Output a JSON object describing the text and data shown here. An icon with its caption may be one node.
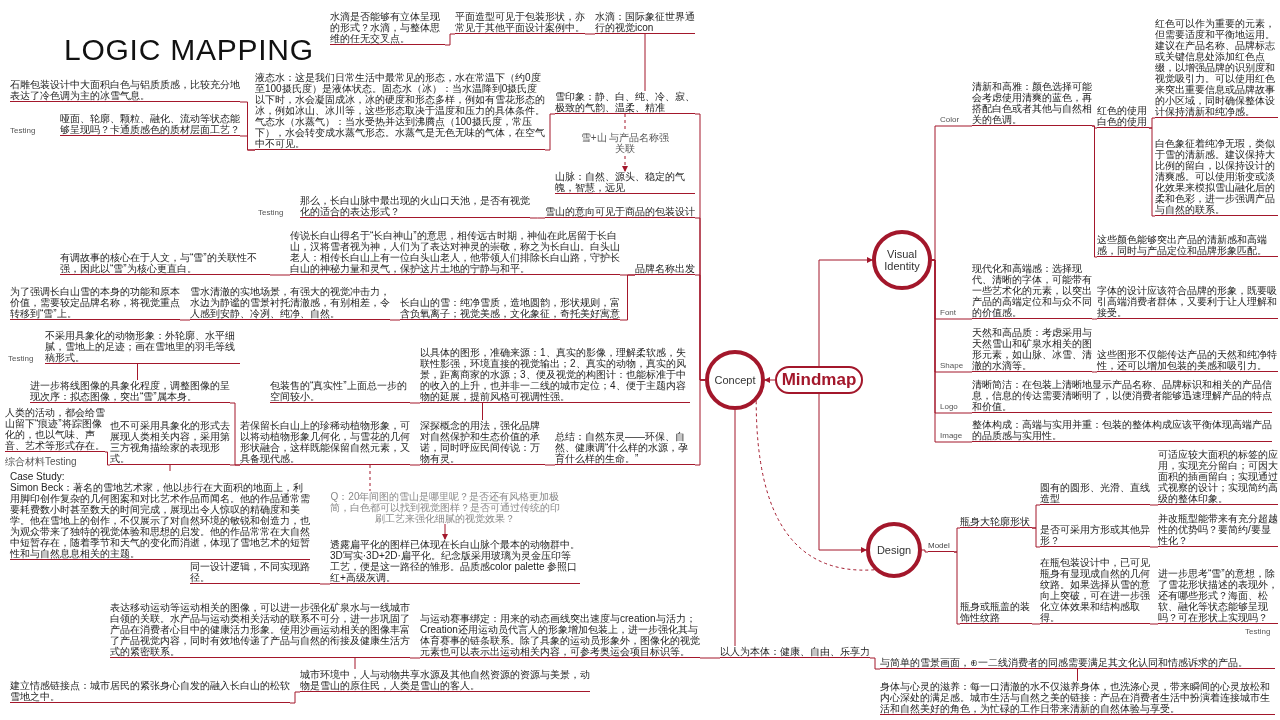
{
  "diagram": {
    "title": "LOGIC MAPPING",
    "nodes": [
      {
        "text": [
          "Mindmap"
        ]
      },
      {
        "text": [
          "Concept"
        ]
      },
      {
        "text": [
          "Visual Identity"
        ]
      },
      {
        "text": [
          "Design"
        ]
      },
      {
        "text": [
          "雪印象：静、白、纯、冷、寂、极致的气韵、温柔、精准"
        ]
      },
      {
        "text": [
          "水滴：国际象征世界通行的视觉icon"
        ]
      },
      {
        "text": [
          "平面造型可见于包装形状，亦常见于其他平面设计案例中。"
        ]
      },
      {
        "text": [
          "水滴是否能够有立体呈现的形式？水滴，与整体思维的任无交叉点。"
        ]
      },
      {
        "text": [
          "液态水：这是我们日常生活中最常见的形态，水在常温下（约0度至100摄氏度）是液体状态。固态水（冰）：当水温降到0摄氏度以下时，水会凝固成冰，冰的硬度和形态多样，例如有雪花形态的冰，例如冰山、冰川等，这些形态取决于温度和压力的具体条件。气态水（水蒸气）：当水受热并达到沸腾点（100摄氏度，常压下），水会转变成水蒸气形态。水蒸气是无色无味的气体，在空气中不可见。"
        ]
      },
      {
        "text": [
          "石雕包装设计中大面积白色与铝质质感，比较充分地表达了冷色调为主的冰雪气息。"
        ]
      },
      {
        "text": [
          "哑面、轮廓、颗粒、融化、流动等状态能够呈现吗？卡通质感色的质材层面工艺？"
        ],
        "beside": [
          "Testing"
        ]
      },
      {
        "text": [
          "山脉：自然、源头、稳定的气魄，智慧，远见"
        ]
      },
      {
        "text": [
          "雪山的意向可见于商品的包装设计"
        ]
      },
      {
        "text": [
          "那么，长白山脉中最出现的火山口天池，是否有视觉化的适合的表达形式？"
        ],
        "beside": [
          "Testing"
        ]
      },
      {
        "text": [
          "品牌名称出发"
        ]
      },
      {
        "text": [
          "传说长白山得名于“长白神山”的意思，相传远古时期，神仙在此居留于长白山，汉将雪者视为神，人们为了表达对神灵的崇敬，称之为长白山。白头山老人：相传长白山上有一位白头山老人，他带领人们排除长白山路，守护长白山的神秘力量和灵气，保护这片土地的宁静与和平。"
        ]
      },
      {
        "text": [
          "有调故事的核心在于人文，与“雪”的关联性不强，因此以“雪”为核心更直白。"
        ]
      },
      {
        "text": [
          "长白山的雪：纯净雪质，造地圆韵，形状规则，富含负氧离子；视觉美感，文化象征，奇托美好寓意"
        ]
      },
      {
        "text": [
          "雪水清澈的实地场景，有强大的视觉冲击力，水边为静谧的雪景衬托清澈感，有别相差，令人感到安静、冷冽、纯净、自然。"
        ]
      },
      {
        "text": [
          "为了强调长白山雪的本身的功能和原本价值，需要较定品牌名称，将视觉重点转移到“雪”上。"
        ]
      },
      {
        "text": [
          "总结：自然东灵——环保、自然、健康调“什么样的水源，孕育什么样的生命。”"
        ]
      },
      {
        "text": [
          "深探概念的用法，强化品牌对自然保护和生态价值的承诺，同时呼应民间传说：万物有灵。"
        ]
      },
      {
        "text": [
          "以具体的图形，准确来源：1、真实的影像，理解柔软感，失联性影强，环境直接的视觉输出；2、真实的动物，真实的风景，距离商家的水源；3、便及视觉的构图计：也能标准于中的收入的上升，也并非一二线的城市定位；4、便于主题内容物的延展，提前风格可视调性强。"
        ]
      },
      {
        "text": [
          "包装售的“真实性”上面总一步的空间较小。"
        ]
      },
      {
        "text": [
          "若保留长白山上的珍稀动植物形象，可以将动植物形象几何化，与雪花的几何形状融合，这样既能保留自然元素，又具备现代感。"
        ]
      },
      {
        "text": [
          "进一步将线图像的具象化程度，调整图像的呈现次序：拟态图像，突出“雪”属本身。"
        ]
      },
      {
        "text": [
          "不采用具象化的动物形象：外轮廓、水平细腻，雪地上的足迹；画在雪地里的羽毛等线稿形式。"
        ],
        "beside": [
          "Testing"
        ]
      },
      {
        "text": [
          "也不可采用具象化的形式去展现人类相关内容，采用第三方视角描绘家的表现形式。"
        ]
      },
      {
        "text": [
          "人类的活动，都会给雪山留下“痕迹”将踪图像化的，也以气味、声音、艺术等形式存在。"
        ],
        "beside": [
          "综合材料Testing"
        ]
      },
      {
        "text": [
          "Case Study:",
          "Simon Beck：著名的雪地艺术家，他以步行在大面积的地面上，利用脚印创作复杂的几何图案和对比艺术作品而闻名。他的作品通常需要耗费数小时甚至数天的时间完成，展现出令人惊叹的精确度和美学。他在雪地上的创作，不仅展示了对自然环境的敏锐和创造力，也为观众带来了独特的视觉体验和思想的启发。他的作品常常在大自然中短暂存在，随着季节和天气的变化而消逝，体现了雪地艺术的短暂性和与自然息息相关的主题。"
        ]
      },
      {
        "text": [
          "Q：20年间图的雪山是哪里呢？是否还有风格更加极简，白色都可以找到视觉图样？是否可通过传统的印刷工艺来强化细腻的视觉效果？"
        ]
      },
      {
        "text": [
          "透露扁平化的图样已体现在长白山脉个最本的动物群中。3D写实·3D+2D·扁平化。纪念版采用玻璃为灵金压印等工艺，便是这一路径的雏形。品质感color palette 参照口红+高级灰调。"
        ]
      },
      {
        "text": [
          "同一设计逻辑，不同实现路径。"
        ]
      },
      {
        "text": [
          "以人为本体：健康、自由、乐享力"
        ]
      },
      {
        "text": [
          "与运动赛事绑定：用来的动态画线突出速度与creation与活力；Creation还用运动员代言人的形象增加包装上，进一步强化其与体育赛事的链条联系。除了具象的运动员形象外，图像化的视觉元素也可以表示出运动相关内容，可参考奥运会项目标识等。"
        ]
      },
      {
        "text": [
          "表达移动运动等运动相关的图像，可以进一步强化矿泉水与一线城市白领的关联。水产品与运动类相关活动的联系不可分，进一步巩固了产品在消费者心目中的健康活力形象。使用沙画运动相关的图像丰富了产品视觉内容，同时有效地传递了产品与自然的衔接及健康生活方式的紧密联系。"
        ]
      },
      {
        "text": [
          "城市环境中，人与动物共享水源及其他自然资源的资源与美景，动物是雪山的原住民，人类是雪山的客人。"
        ]
      },
      {
        "text": [
          "建立情感链接点：城市居民的紧张身心自发的融入长白山的松软雪地之中。"
        ]
      },
      {
        "text": [
          "与简单的雪景画面，⊕一二线消费者的同感需要满足其文化认同和情感诉求的产品。"
        ]
      },
      {
        "text": [
          "身体与心灵的滋养：每一口清澈的水不仅滋养身体，也洗涤心灵，带来瞬间的心灵放松和内心深处的满足感。城市生活与自然之美的链接：产品在消费者生活中扮演着连接城市生活和自然美好的角色，为忙碌的工作日带来清新的自然体验与享受。"
        ]
      },
      {
        "text": [
          "清新和高雅：颜色选择可能会考虑使用清爽的蓝色，再搭配白色或者其他与自然相关的色调。"
        ],
        "beside": [
          "Color"
        ]
      },
      {
        "text": [
          "红色的使用",
          "白色的使用"
        ]
      },
      {
        "text": [
          "红色可以作为重要的元素，但需要适度和平衡地运用。建议在产品名称、品牌标志或关键信息处添加红色点缀，以增强品牌的识别度和视觉吸引力。可以使用红色来突出重要信息或品牌故事的小区域，同时确保整体设计保持清新和纯净感。"
        ]
      },
      {
        "text": [
          "白色象征着纯净无瑕，类似于雪的清新感。建议保持大比例的留白，以保持设计的清爽感。可以使用渐变或淡化效果来模拟雪山融化后的柔和色彩，进一步强调产品与自然的联系。"
        ]
      },
      {
        "text": [
          "这些颜色能够突出产品的清新感和高端感，同时与产品定位和品牌形象匹配。"
        ]
      },
      {
        "text": [
          "现代化和高端感：选择现代、清晰的字体，可能带有一些艺术化的元素，以突出产品的高端定位和与众不同的价值感。"
        ],
        "beside": [
          "Font"
        ]
      },
      {
        "text": [
          "字体的设计应该符合品牌的形象，既要吸引高端消费者群体，又要利于让人理解和接受。"
        ]
      },
      {
        "text": [
          "天然和高品质：考虑采用与天然雪山和矿泉水相关的图形元素，如山脉、冰雪、清澈的水滴等。"
        ],
        "beside": [
          "Shape"
        ]
      },
      {
        "text": [
          "这些图形不仅能传达产品的天然和纯净特性，还可以增加包装的美感和吸引力。"
        ]
      },
      {
        "text": [
          "清晰简洁：在包装上清晰地显示产品名称、品牌标识和相关的产品信息，信息的传达需要清晰明了，以便消费者能够迅速理解产品的特点和价值。"
        ],
        "beside": [
          "Logo"
        ]
      },
      {
        "text": [
          "整体构成：高端与实用并重：包装的整体构成应该平衡体现高端产品的品质感与实用性。"
        ],
        "beside": [
          "Image"
        ]
      },
      {
        "text": [
          "Model"
        ]
      },
      {
        "text": [
          "瓶身大轮廓形状"
        ]
      },
      {
        "text": [
          "圆有的圆形、光滑、直线造型"
        ]
      },
      {
        "text": [
          "可适应较大面积的标签的应用，实现充分留白；可因大面积的插画留白；实现通过式视察的设计；实现简约高级的整体印象。"
        ]
      },
      {
        "text": [
          "是否可采用方形或其他异形？"
        ]
      },
      {
        "text": [
          "并改瓶型能带来有充分超越性的优势吗？要简约/要显性化？"
        ]
      },
      {
        "text": [
          "瓶身或瓶盖的装饰性纹路"
        ]
      },
      {
        "text": [
          "在瓶包装设计中，已可见瓶身有显现成自然的几何纹路。如果选择从雪的意向上突破，可在进一步强化立体效果和结构感取得。"
        ]
      },
      {
        "text": [
          "进一步思考“雪”的意想，除了雪花形状描述的表现外，还有哪些形式？海面、松软、融化等状态能够呈现吗？可在形状上实现吗？"
        ],
        "beside": [
          "Testing"
        ]
      }
    ],
    "edges": [
      {
        "from": 0,
        "to": 1,
        "arrow": "to"
      },
      {
        "from": 0,
        "to": 2,
        "arrow": "to"
      },
      {
        "from": 0,
        "to": 3,
        "arrow": "to"
      },
      {
        "from": 1,
        "to": 3,
        "arrow": "none",
        "style": "dashed"
      },
      {
        "from": 1,
        "to": 4,
        "arrow": "none"
      },
      {
        "from": 4,
        "to": 5,
        "arrow": "none"
      },
      {
        "from": 5,
        "to": 6,
        "arrow": "none"
      },
      {
        "from": 6,
        "to": 7,
        "arrow": "none"
      },
      {
        "from": 4,
        "to": 8,
        "arrow": "none"
      },
      {
        "from": 8,
        "to": 9,
        "arrow": "none"
      },
      {
        "from": 8,
        "to": 10,
        "arrow": "none"
      },
      {
        "from": 4,
        "to": 11,
        "arrow": "to",
        "style": "dashed",
        "label": "雪+山 与产品名称强关联"
      },
      {
        "from": 1,
        "to": 12,
        "arrow": "none"
      },
      {
        "from": 12,
        "to": 13,
        "arrow": "none"
      },
      {
        "from": 1,
        "to": 14,
        "arrow": "none"
      },
      {
        "from": 14,
        "to": 15,
        "arrow": "none"
      },
      {
        "from": 15,
        "to": 16,
        "arrow": "none"
      },
      {
        "from": 14,
        "to": 17,
        "arrow": "none"
      },
      {
        "from": 17,
        "to": 18,
        "arrow": "none"
      },
      {
        "from": 18,
        "to": 19,
        "arrow": "none"
      },
      {
        "from": 1,
        "to": 20,
        "arrow": "none"
      },
      {
        "from": 20,
        "to": 21,
        "arrow": "none"
      },
      {
        "from": 21,
        "to": 22,
        "arrow": "none"
      },
      {
        "from": 22,
        "to": 23,
        "arrow": "none"
      },
      {
        "from": 21,
        "to": 24,
        "arrow": "none"
      },
      {
        "from": 24,
        "to": 25,
        "arrow": "none"
      },
      {
        "from": 25,
        "to": 26,
        "arrow": "none"
      },
      {
        "from": 24,
        "to": 27,
        "arrow": "none"
      },
      {
        "from": 27,
        "to": 28,
        "arrow": "none"
      },
      {
        "from": 27,
        "to": 29,
        "arrow": "none"
      },
      {
        "from": 24,
        "to": 30,
        "arrow": "none",
        "style": "dashed"
      },
      {
        "from": 30,
        "to": 31,
        "arrow": "to"
      },
      {
        "from": 31,
        "to": 32,
        "arrow": "none"
      },
      {
        "from": 1,
        "to": 33,
        "arrow": "none"
      },
      {
        "from": 33,
        "to": 34,
        "arrow": "none"
      },
      {
        "from": 34,
        "to": 35,
        "arrow": "none"
      },
      {
        "from": 35,
        "to": 36,
        "arrow": "none"
      },
      {
        "from": 36,
        "to": 37,
        "arrow": "none"
      },
      {
        "from": 33,
        "to": 38,
        "arrow": "none"
      },
      {
        "from": 38,
        "to": 39,
        "arrow": "none"
      },
      {
        "from": 2,
        "to": 40,
        "arrow": "none"
      },
      {
        "from": 40,
        "to": 41,
        "arrow": "none"
      },
      {
        "from": 41,
        "to": 42,
        "arrow": "none"
      },
      {
        "from": 41,
        "to": 43,
        "arrow": "none"
      },
      {
        "from": 40,
        "to": 44,
        "arrow": "none"
      },
      {
        "from": 2,
        "to": 45,
        "arrow": "none"
      },
      {
        "from": 45,
        "to": 46,
        "arrow": "none"
      },
      {
        "from": 2,
        "to": 47,
        "arrow": "none"
      },
      {
        "from": 47,
        "to": 48,
        "arrow": "none"
      },
      {
        "from": 2,
        "to": 49,
        "arrow": "none"
      },
      {
        "from": 2,
        "to": 50,
        "arrow": "none"
      },
      {
        "from": 3,
        "to": 51,
        "arrow": "none"
      },
      {
        "from": 51,
        "to": 52,
        "arrow": "none"
      },
      {
        "from": 52,
        "to": 53,
        "arrow": "none"
      },
      {
        "from": 53,
        "to": 54,
        "arrow": "none"
      },
      {
        "from": 52,
        "to": 55,
        "arrow": "none"
      },
      {
        "from": 55,
        "to": 56,
        "arrow": "none"
      },
      {
        "from": 51,
        "to": 57,
        "arrow": "none"
      },
      {
        "from": 57,
        "to": 58,
        "arrow": "none"
      },
      {
        "from": 58,
        "to": 59,
        "arrow": "none"
      }
    ]
  }
}
